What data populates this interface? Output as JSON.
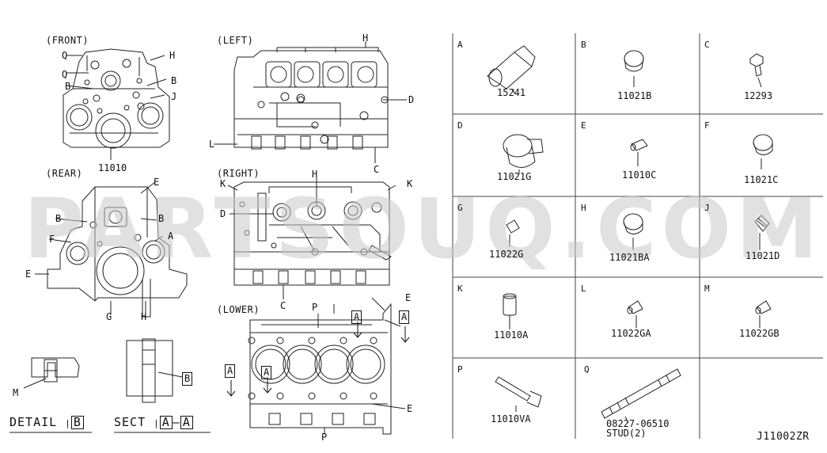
{
  "views": {
    "front": "(FRONT)",
    "left": "(LEFT)",
    "rear": "(REAR)",
    "right": "(RIGHT)",
    "lower": "(LOWER)"
  },
  "front_labels": {
    "q1": "Q",
    "q2": "Q",
    "b1": "B",
    "h": "H",
    "b2": "B",
    "j": "J",
    "part": "11010"
  },
  "left_labels": {
    "h": "H",
    "d": "D",
    "l": "L",
    "c": "C"
  },
  "rear_labels": {
    "e1": "E",
    "b1": "B",
    "b2": "B",
    "f": "F",
    "a": "A",
    "e2": "E",
    "g": "G",
    "h": "H"
  },
  "right_labels": {
    "k1": "K",
    "k2": "K",
    "h": "H",
    "d": "D",
    "c": "C"
  },
  "lower_labels": {
    "p1": "P",
    "e1": "E",
    "a1": "A",
    "a2": "A",
    "a3": "A",
    "a4": "A",
    "e2": "E",
    "p2": "P"
  },
  "detail": {
    "m": "M",
    "b": "B",
    "detail_word": "DETAIL",
    "detail_ref": "B",
    "sect_word": "SECT",
    "sect_a1": "A",
    "sect_a2": "A"
  },
  "parts": [
    {
      "letter": "A",
      "number": "15241"
    },
    {
      "letter": "B",
      "number": "11021B"
    },
    {
      "letter": "C",
      "number": "12293"
    },
    {
      "letter": "D",
      "number": "11021G"
    },
    {
      "letter": "E",
      "number": "11010C"
    },
    {
      "letter": "F",
      "number": "11021C"
    },
    {
      "letter": "G",
      "number": "11022G"
    },
    {
      "letter": "H",
      "number": "11021BA"
    },
    {
      "letter": "J",
      "number": "11021D"
    },
    {
      "letter": "K",
      "number": "11010A"
    },
    {
      "letter": "L",
      "number": "11022GA"
    },
    {
      "letter": "M",
      "number": "11022GB"
    },
    {
      "letter": "P",
      "number": "11010VA"
    },
    {
      "letter": "Q",
      "number": "08227-06510",
      "note": "STUD(2)"
    }
  ],
  "watermark": "PARTSOUQ.COM",
  "diagram_code": "J11002ZR"
}
